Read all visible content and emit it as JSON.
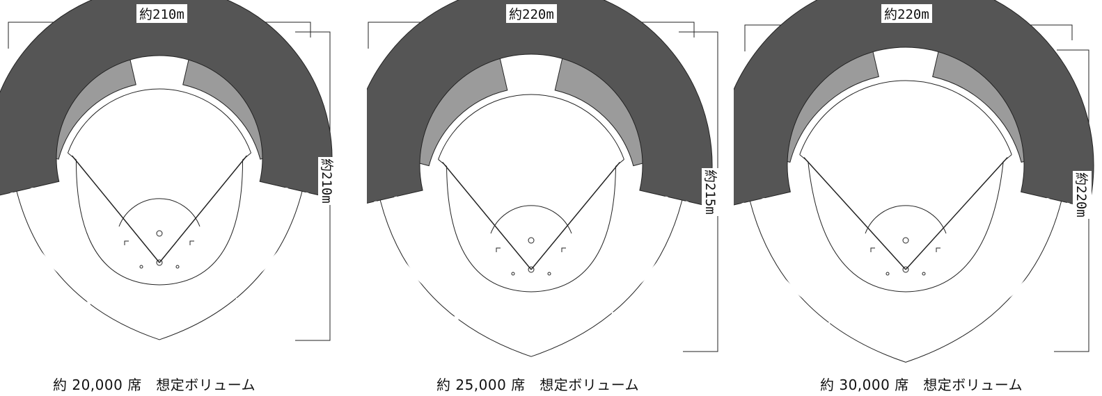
{
  "panels": [
    {
      "width_label": "約210m",
      "depth_label": "約210m",
      "caption": "約 20,000 席　想定ボリューム"
    },
    {
      "width_label": "約220m",
      "depth_label": "約215m",
      "caption": "約 25,000 席　想定ボリューム"
    },
    {
      "width_label": "約220m",
      "depth_label": "約220m",
      "caption": "約 30,000 席　想定ボリューム"
    }
  ],
  "colors": {
    "line": "#222222",
    "seat_fill": "#8a8a8a",
    "outer_seat_fill": "#555555",
    "background": "#ffffff"
  }
}
